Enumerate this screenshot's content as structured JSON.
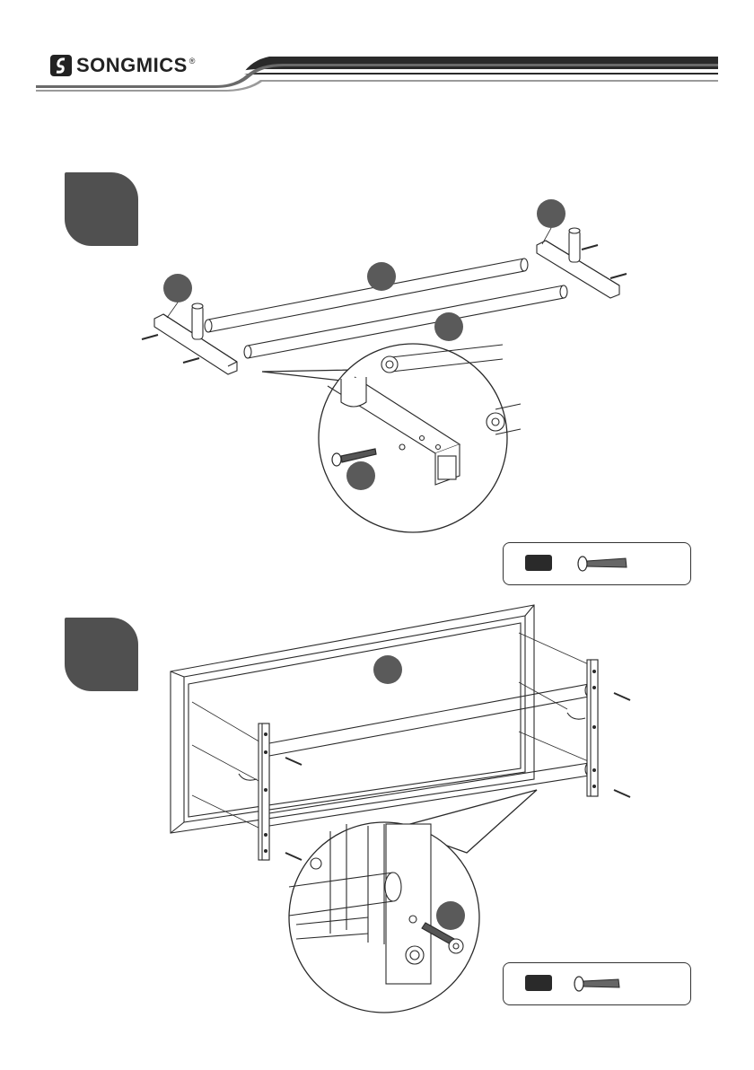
{
  "header": {
    "brand_name": "SONGMICS",
    "registered_mark": "®"
  },
  "steps": [
    {
      "id": "step-1",
      "badge_color": "#505050"
    },
    {
      "id": "step-2",
      "badge_color": "#505050"
    }
  ],
  "parts_boxes": [
    {
      "id": "parts-box-1",
      "chip_color": "#2a2a2a",
      "item_icon": "bolt-icon"
    },
    {
      "id": "parts-box-2",
      "chip_color": "#2a2a2a",
      "item_icon": "bolt-icon"
    }
  ],
  "colors": {
    "line": "#2a2a2a",
    "callout_dot": "#5a5a5a",
    "badge": "#505050"
  }
}
